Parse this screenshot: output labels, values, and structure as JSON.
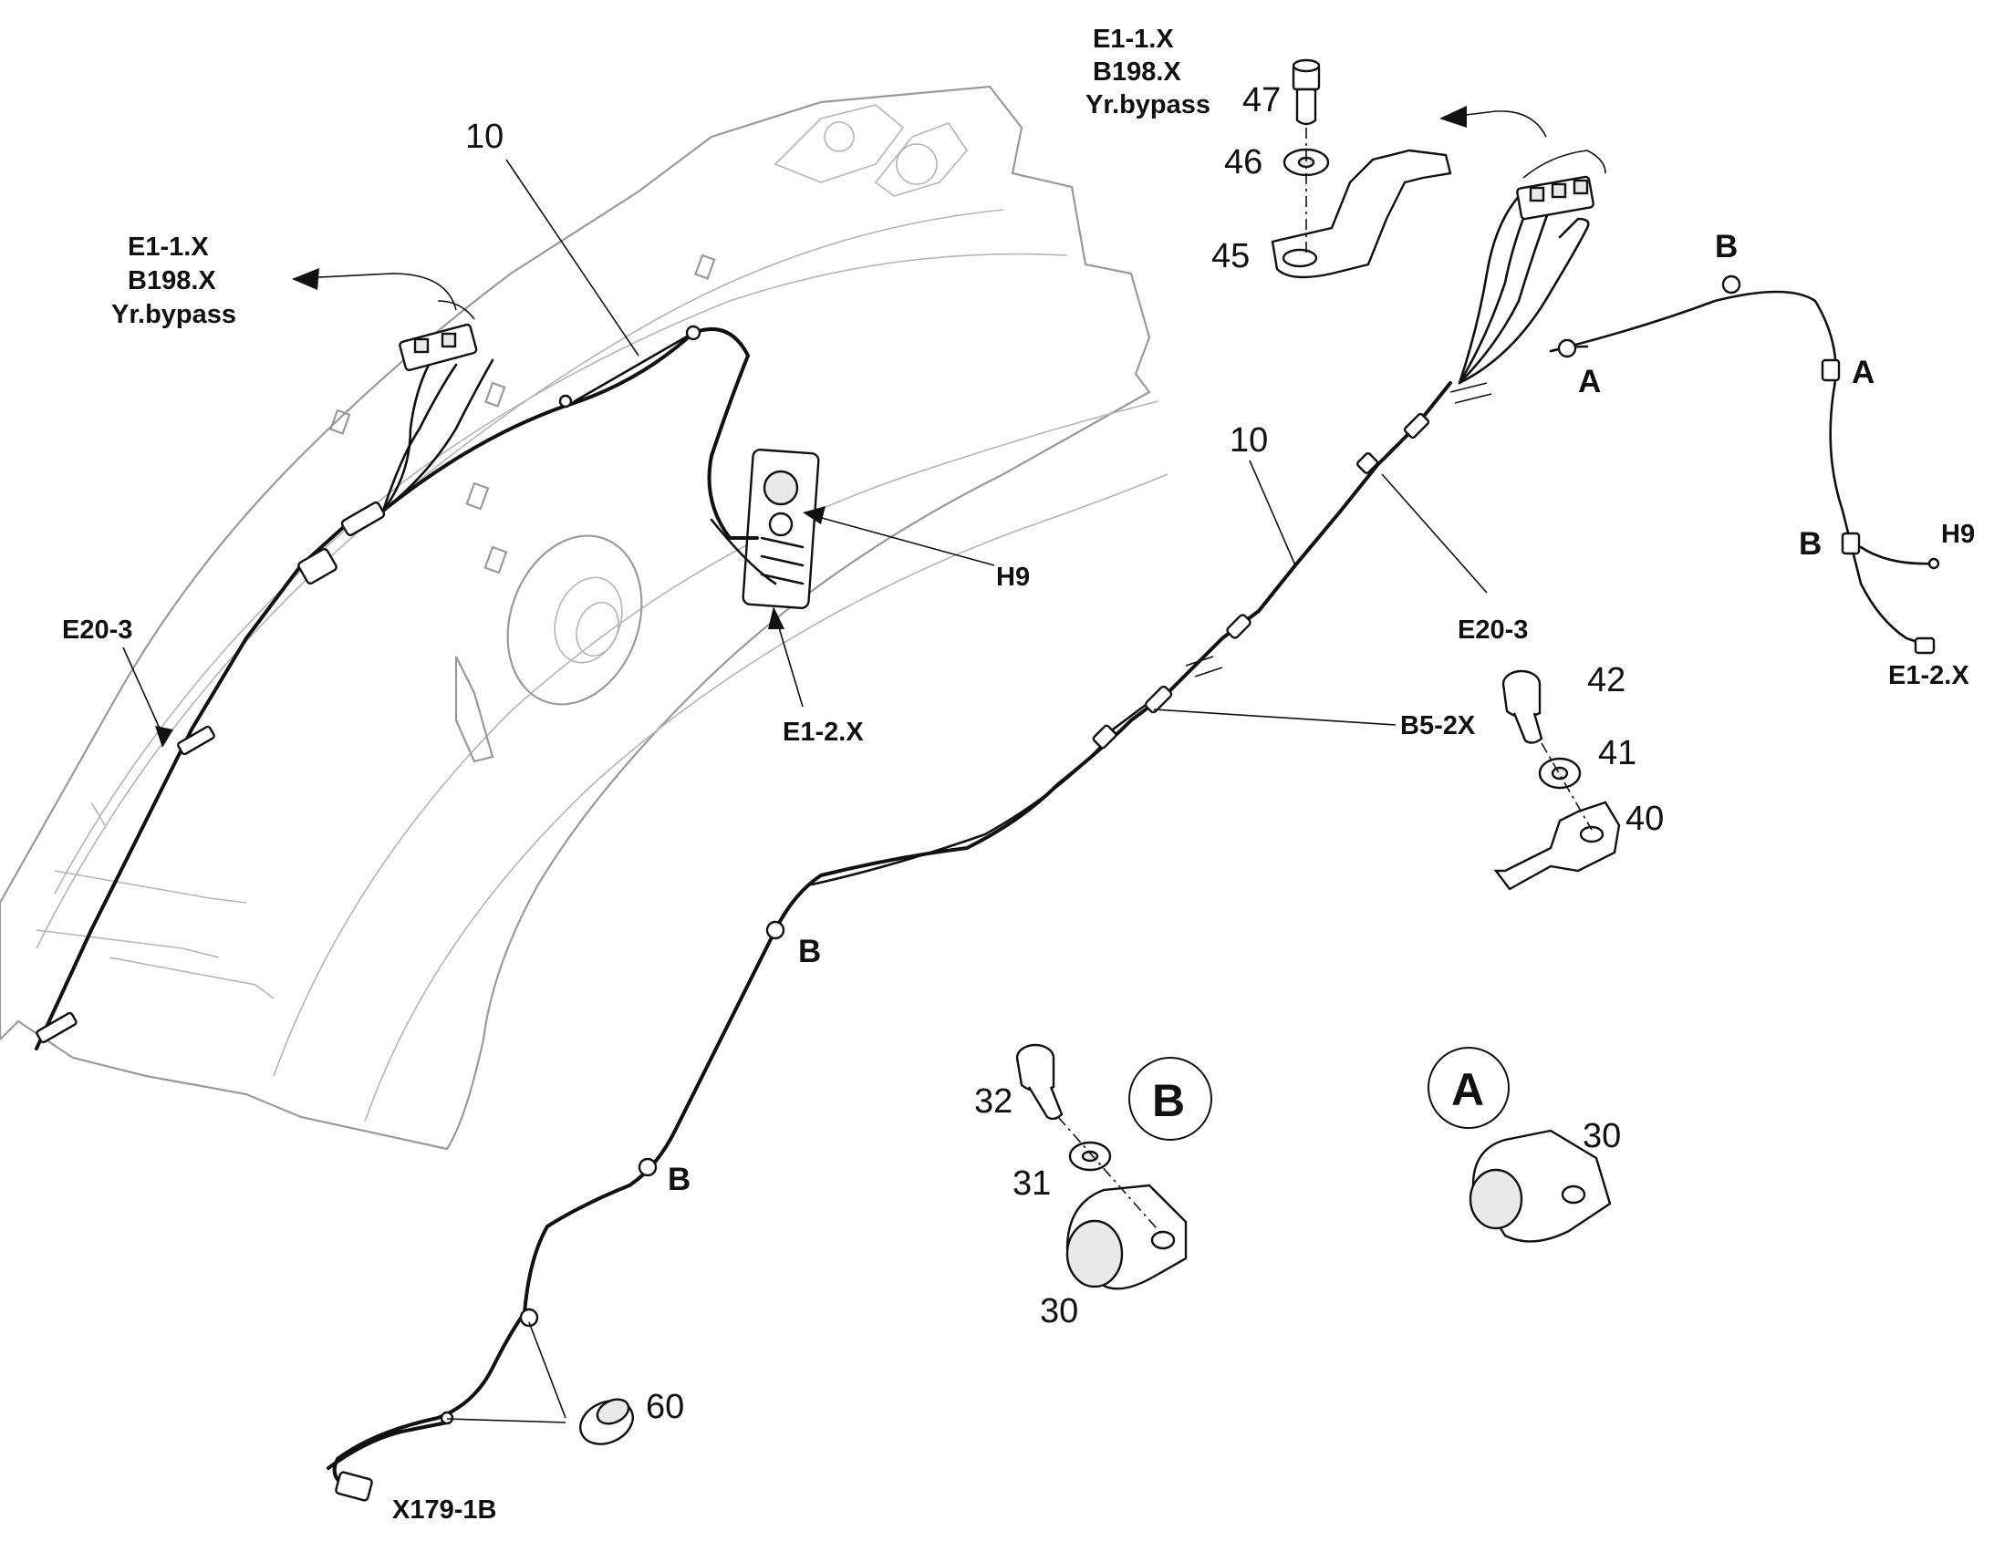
{
  "labels": {
    "top_left_connectors": [
      "E1-1.X",
      "B198.X",
      "Yr.bypass"
    ],
    "top_right_connectors": [
      "E1-1.X",
      "B198.X",
      "Yr.bypass"
    ],
    "harness_left": "10",
    "harness_right": "10",
    "e20_left": "E20-3",
    "e20_right": "E20-3",
    "h9_left": "H9",
    "h9_right": "H9",
    "e12_left": "E1-2.X",
    "e12_right": "E1-2.X",
    "b52x": "B5-2X",
    "x179": "X179-1B",
    "clip_a_top": "A",
    "clip_a_right": "A",
    "clip_b_top": "B",
    "clip_b_right": "B",
    "clip_b_mid": "B",
    "clip_b_low": "B",
    "part_47": "47",
    "part_46": "46",
    "part_45": "45",
    "part_42": "42",
    "part_41": "41",
    "part_40": "40",
    "part_32": "32",
    "part_31": "31",
    "part_30_b": "30",
    "part_30_a": "30",
    "part_60": "60",
    "detail_b": "B",
    "detail_a": "A"
  }
}
